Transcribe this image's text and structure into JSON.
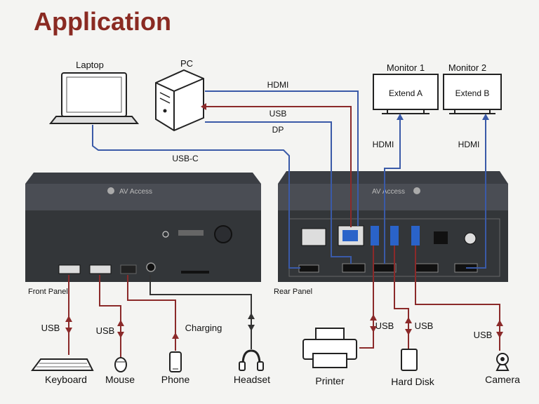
{
  "title": "Application",
  "sources": {
    "laptop": "Laptop",
    "pc": "PC"
  },
  "monitors": {
    "m1": "Monitor 1",
    "m1_screen": "Extend A",
    "m2": "Monitor 2",
    "m2_screen": "Extend B"
  },
  "links": {
    "hdmi_pc": "HDMI",
    "usb_pc": "USB",
    "dp_pc": "DP",
    "usbc_laptop": "USB-C",
    "hdmi_m1": "HDMI",
    "hdmi_m2": "HDMI"
  },
  "device": {
    "brand_front": "AV Access",
    "brand_rear": "AV Access"
  },
  "panels": {
    "front": "Front Panel",
    "rear": "Rear Panel"
  },
  "peripherals": [
    {
      "name": "Keyboard",
      "link": "USB"
    },
    {
      "name": "Mouse",
      "link": "USB"
    },
    {
      "name": "Phone",
      "link": "Charging"
    },
    {
      "name": "Headset",
      "link": ""
    },
    {
      "name": "Printer",
      "link": "USB"
    },
    {
      "name": "Hard Disk",
      "link": "USB"
    },
    {
      "name": "Camera",
      "link": "USB"
    }
  ],
  "colors": {
    "title": "#8a2a22",
    "blue_cable": "#3a5aa8",
    "red_cable": "#8b2a2a",
    "device": "#3b3e44"
  }
}
